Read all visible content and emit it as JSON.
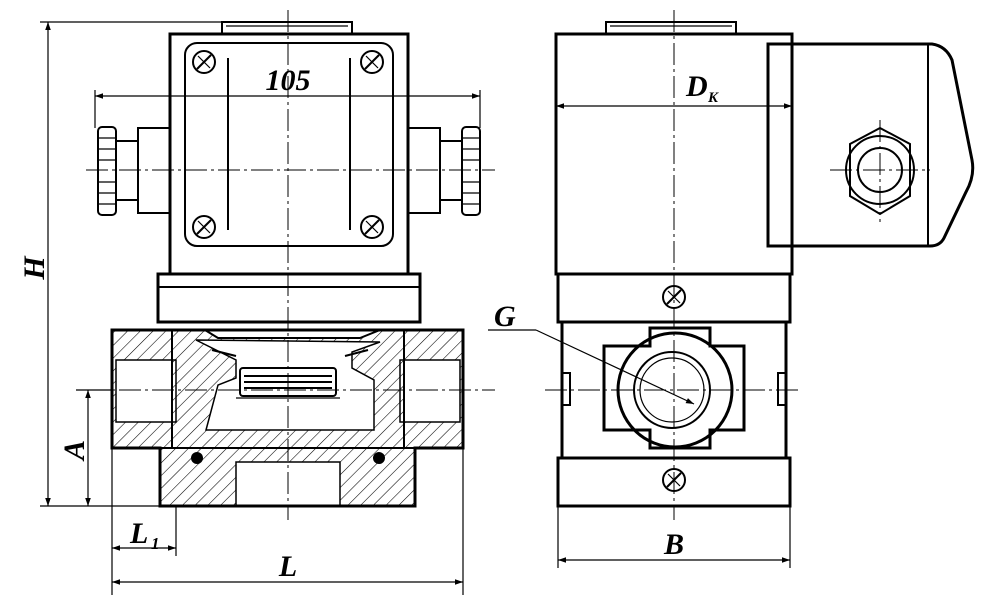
{
  "labels": {
    "height": "H",
    "width_top": "105",
    "coil_diameter": "D",
    "coil_diameter_sub": "K",
    "thread": "G",
    "axis_height": "A",
    "end_length": "L",
    "end_length_sub": "1",
    "length": "L",
    "width": "B"
  },
  "colors": {
    "line": "#000000",
    "background": "#ffffff"
  }
}
